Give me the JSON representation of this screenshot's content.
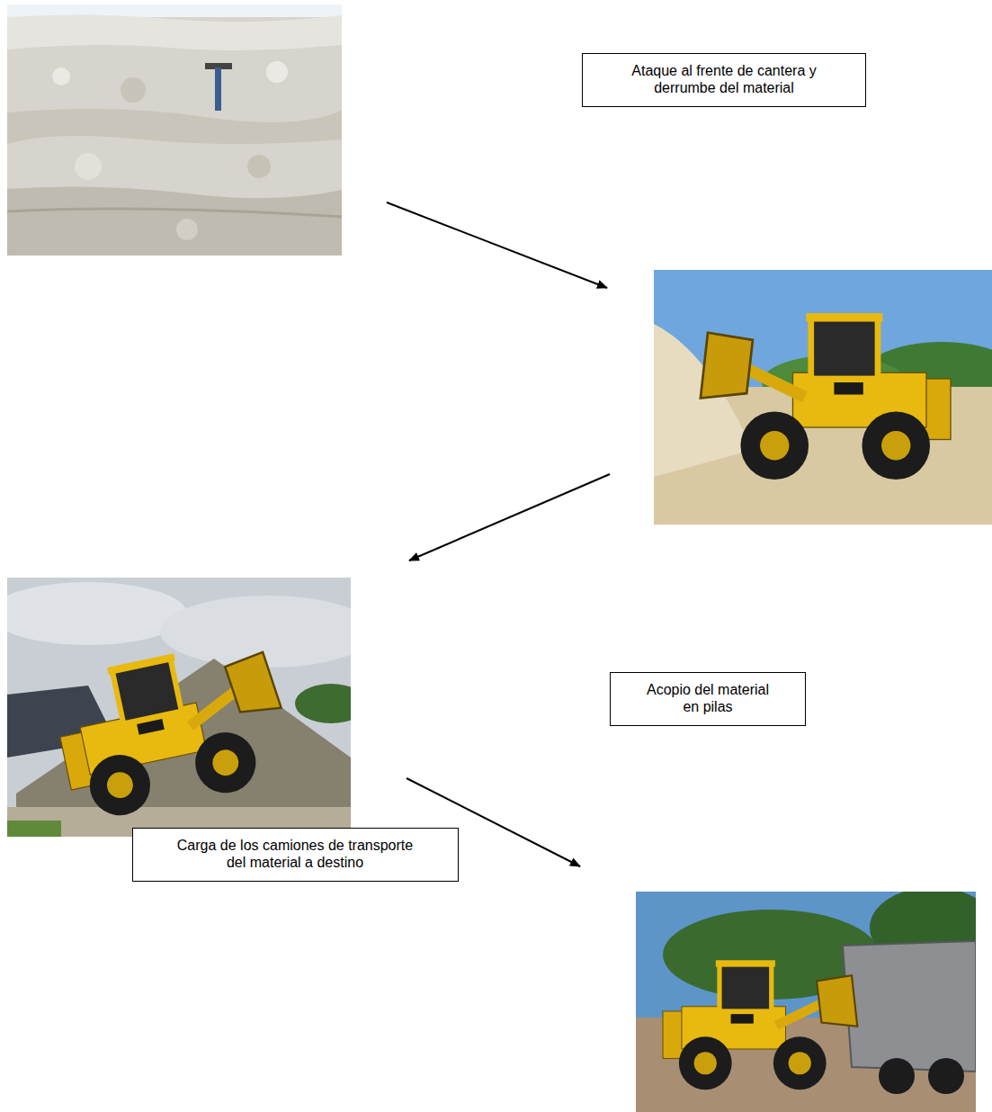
{
  "diagram": {
    "nodes": [
      {
        "text": [
          "Ataque al frente de cantera y derrumbe del material"
        ]
      },
      {
        "text": [
          "Acopio del material en pilas"
        ]
      },
      {
        "text": [
          "Carga de los camiones de transporte del material a destino"
        ]
      }
    ]
  }
}
